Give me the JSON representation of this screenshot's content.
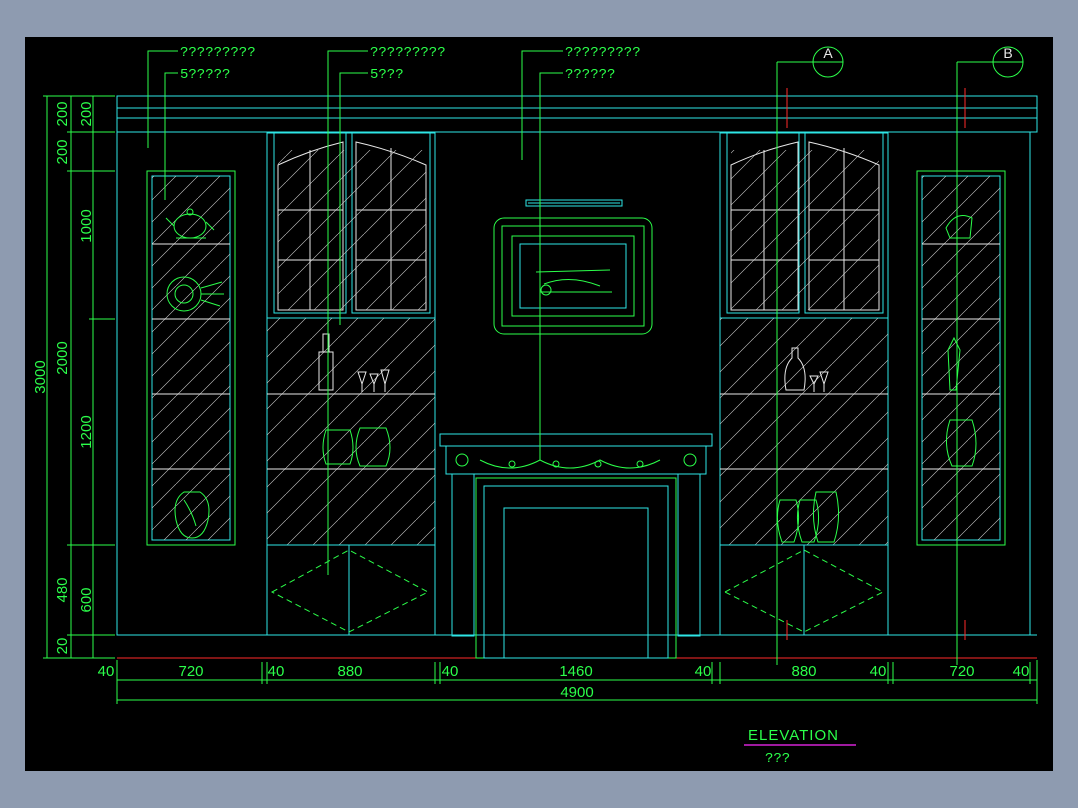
{
  "colors": {
    "background": "#8e9bb0",
    "sheet": "#000000",
    "line_cyan": "#2ee6e6",
    "line_green": "#2bff4a",
    "line_red": "#ff2a2a",
    "title_underline": "#ff2aff"
  },
  "leaders": {
    "left_top_1": "?????????",
    "left_top_2": "5?????",
    "mid_top_1": "?????????",
    "mid_top_2": "5???",
    "center_top_1": "?????????",
    "center_top_2": "??????"
  },
  "section_markers": {
    "a": "A",
    "b": "B",
    "a_sub": "—",
    "b_sub": "—"
  },
  "vertical_dims": {
    "outer": "3000",
    "upper": [
      "200",
      "200",
      "200",
      "1000",
      "2000",
      "1200",
      "480",
      "600",
      "20"
    ]
  },
  "horizontal_dims": [
    "40",
    "720",
    "40",
    "880",
    "40",
    "1460",
    "40",
    "880",
    "40",
    "720",
    "40"
  ],
  "total_width": "4900",
  "title": {
    "main": "ELEVATION",
    "sub": "???"
  }
}
